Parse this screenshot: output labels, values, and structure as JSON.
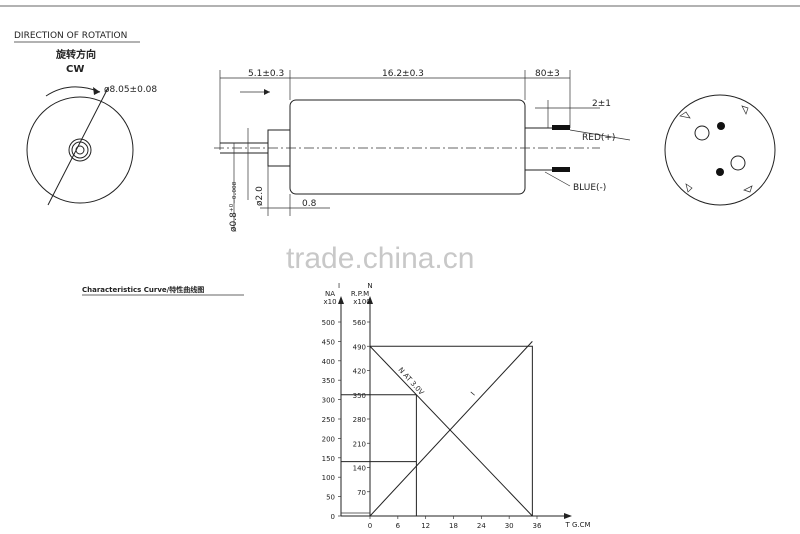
{
  "header": {
    "direction_title": "DIRECTION OF ROTATION",
    "direction_cn": "旋转方向",
    "direction_value": "CW"
  },
  "front_view": {
    "diameter_label": "ø8.05±0.08"
  },
  "side_view": {
    "dim_left": "5.1±0.3",
    "dim_body": "16.2±0.3",
    "dim_right": "80±3",
    "dim_lead": "2±1",
    "dim_shaft_dia": "ø0.8⁺⁰₋₀.₀₀₈",
    "dim_boss_dia": "ø2.0",
    "dim_boss_len": "0.8",
    "wire_red": "RED(+)",
    "wire_blue": "BLUE(-)"
  },
  "watermark": "trade.china.cn",
  "curve_title": "Characteristics Curve/特性曲线图",
  "chart_data": {
    "type": "line",
    "title": "Characteristics Curve/特性曲线图",
    "xlabel": "T G.CM",
    "x_ticks": [
      "0",
      "6",
      "12",
      "18",
      "24",
      "30",
      "36"
    ],
    "xlim": [
      0,
      36
    ],
    "left_axis": {
      "label": "I",
      "unit": "NA",
      "scale_note": "x10",
      "ticks": [
        "0",
        "50",
        "100",
        "150",
        "200",
        "250",
        "300",
        "350",
        "400",
        "450",
        "500"
      ],
      "range": [
        0,
        500
      ]
    },
    "right_axis": {
      "label": "N",
      "unit": "R.P.M",
      "scale_note": "x100",
      "ticks": [
        "70",
        "140",
        "210",
        "280",
        "350",
        "420",
        "490",
        "560"
      ],
      "range": [
        0,
        560
      ]
    },
    "series": [
      {
        "name": "N AT 3.0V",
        "axis": "right",
        "x": [
          0,
          35
        ],
        "y": [
          490,
          0
        ]
      },
      {
        "name": "I",
        "axis": "left",
        "x": [
          0,
          35
        ],
        "y": [
          0,
          450
        ]
      }
    ],
    "operating_point": {
      "x": 10,
      "n": 350,
      "i": 140
    }
  }
}
